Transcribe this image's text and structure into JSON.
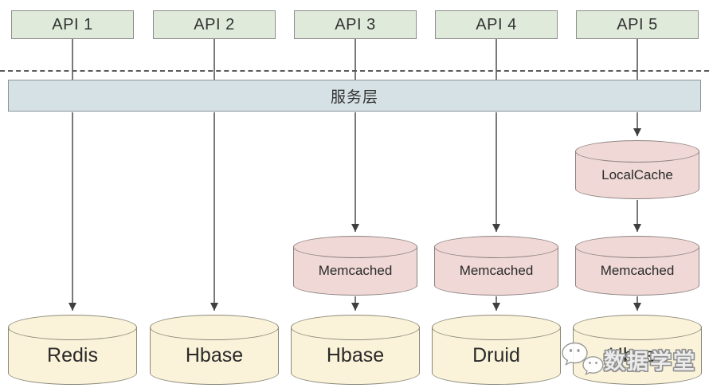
{
  "api_boxes": [
    {
      "label": "API 1"
    },
    {
      "label": "API 2"
    },
    {
      "label": "API 3"
    },
    {
      "label": "API 4"
    },
    {
      "label": "API 5"
    }
  ],
  "service_layer": {
    "label": "服务层"
  },
  "cache_layer": {
    "local_cache": {
      "label": "LocalCache"
    },
    "memcached_col3": {
      "label": "Memcached"
    },
    "memcached_col4": {
      "label": "Memcached"
    },
    "memcached_col5": {
      "label": "Memcached"
    }
  },
  "storage_layer": {
    "col1": {
      "label": "Redis"
    },
    "col2": {
      "label": "Hbase"
    },
    "col3": {
      "label": "Hbase"
    },
    "col4": {
      "label": "Druid"
    },
    "col5": {
      "label": "Hbase"
    }
  },
  "watermark": {
    "text": "数据学堂",
    "icon": "wechat-icon"
  },
  "colors": {
    "api_fill": "#dfeada",
    "api_border": "#8e8e8e",
    "service_fill": "#d6e1e5",
    "service_border": "#8a9499",
    "cache_fill": "#efd8d6",
    "cache_border": "#8d817f",
    "storage_fill": "#faf3d9",
    "storage_border": "#8b887a",
    "line": "#4c4c4c",
    "dashed_line": "#5a5a5a"
  }
}
